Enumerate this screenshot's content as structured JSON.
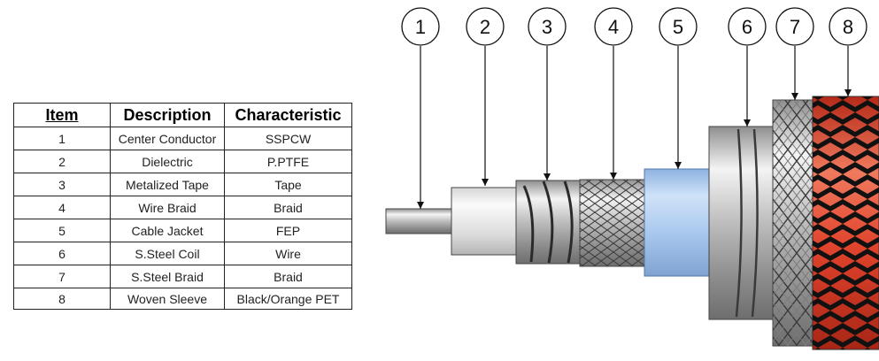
{
  "table": {
    "headers": [
      "Item",
      "Description",
      "Characteristic"
    ],
    "rows": [
      [
        "1",
        "Center Conductor",
        "SSPCW"
      ],
      [
        "2",
        "Dielectric",
        "P.PTFE"
      ],
      [
        "3",
        "Metalized Tape",
        "Tape"
      ],
      [
        "4",
        "Wire Braid",
        "Braid"
      ],
      [
        "5",
        "Cable Jacket",
        "FEP"
      ],
      [
        "6",
        "S.Steel Coil",
        "Wire"
      ],
      [
        "7",
        "S.Steel Braid",
        "Braid"
      ],
      [
        "8",
        "Woven Sleeve",
        "Black/Orange PET"
      ]
    ]
  },
  "callouts": [
    "1",
    "2",
    "3",
    "4",
    "5",
    "6",
    "7",
    "8"
  ],
  "colors": {
    "sleeve_orange": "#e0432b",
    "sleeve_black": "#111111",
    "jacket_blue": "#a9c8ee",
    "steel": "#b8b8b8"
  }
}
